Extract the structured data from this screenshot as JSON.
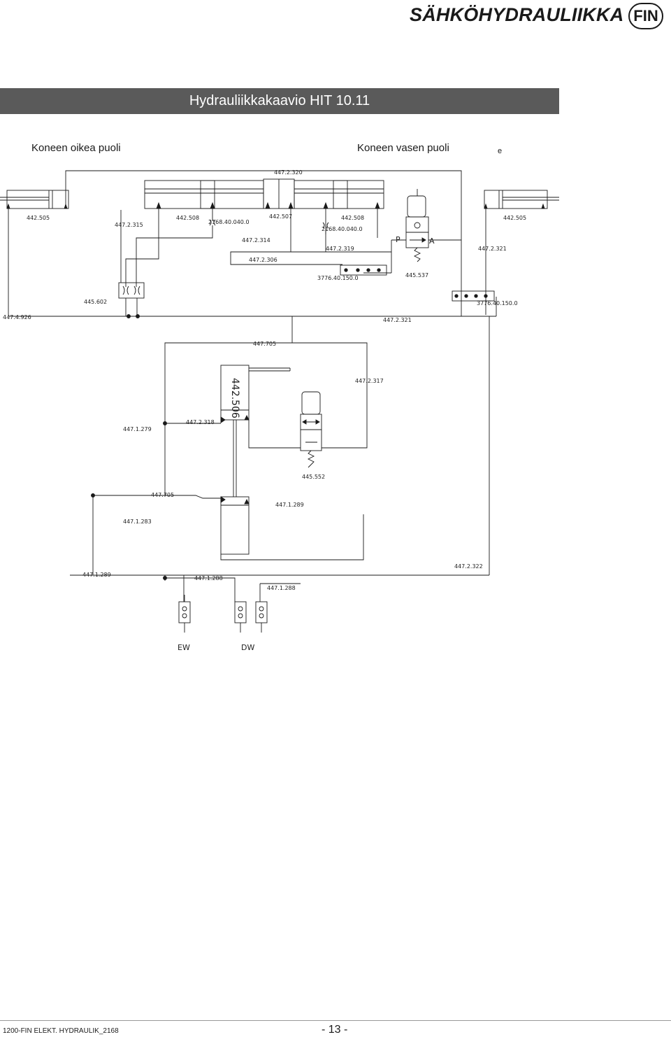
{
  "header": {
    "title": "SÄHKÖHYDRAULIIKKA",
    "lang": "FIN"
  },
  "title_bar": {
    "text": "Hydrauliikkakaavio HIT 10.11"
  },
  "sides": {
    "right": "Koneen oikea puoli",
    "left": "Koneen vasen puoli",
    "stray": "e"
  },
  "labels": {
    "l447_2_320": "447.2.320",
    "l442_505_a": "442.505",
    "l447_2_315": "447.2.315",
    "l442_508_a": "442.508",
    "l2168_a": "2168.40.040.0",
    "l442_507": "442.507",
    "l442_508_b": "442.508",
    "l2168_b": "2168.40.040.0",
    "l442_505_b": "442.505",
    "l447_2_314": "447.2.314",
    "l447_2_319": "447.2.319",
    "lP": "P",
    "lA": "A",
    "l447_2_321_a": "447.2.321",
    "l447_2_306": "447.2.306",
    "l3776_a": "3776.40.150.0",
    "l445_537": "445.537",
    "l445_602": "445.602",
    "l3776_b": "3776.40.150.0",
    "l447_4_926": "447.4.926",
    "l447_2_321_b": "447.2.321",
    "l447_705_a": "447.705",
    "l442_506": "442.506",
    "l447_2_317": "447.2.317",
    "l447_1_279": "447.1.279",
    "l447_2_318": "447.2.318",
    "l445_552": "445.552",
    "l447_705_b": "447.705",
    "l447_1_289_a": "447.1.289",
    "l447_1_283": "447.1.283",
    "l447_1_289_b": "447.1.289",
    "l447_1_288_a": "447.1.288",
    "l447_2_322": "447.2.322",
    "l447_1_288_b": "447.1.288",
    "lEW": "EW",
    "lDW": "DW"
  },
  "footer": {
    "doc": "1200-FIN ELEKT. HYDRAULIK_2168",
    "page": "- 13 -"
  }
}
